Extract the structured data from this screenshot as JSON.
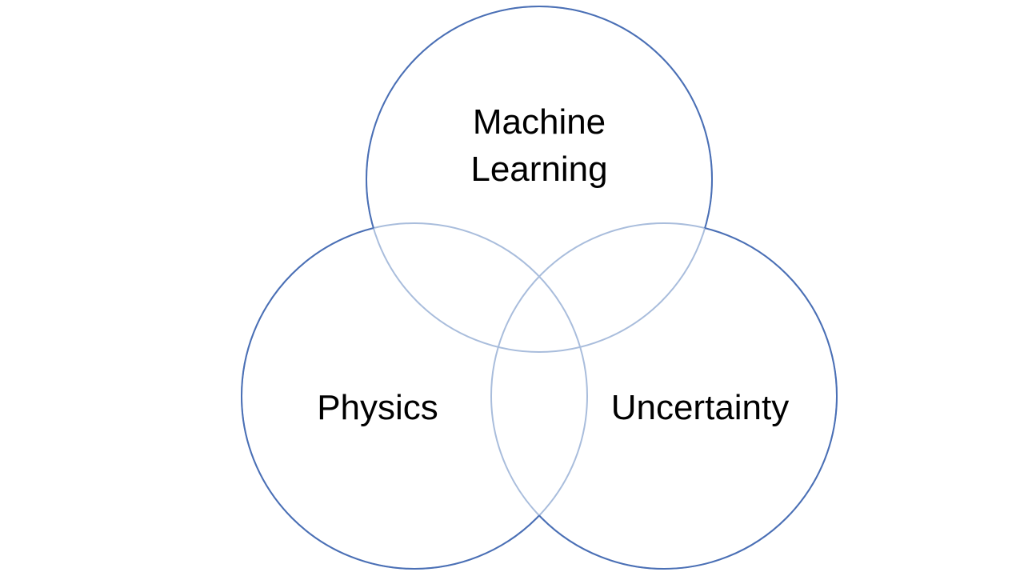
{
  "diagram": {
    "type": "venn",
    "sets": [
      {
        "id": "ml",
        "label_lines": [
          "Machine",
          "Learning"
        ]
      },
      {
        "id": "physics",
        "label_lines": [
          "Physics"
        ]
      },
      {
        "id": "uncertainty",
        "label_lines": [
          "Uncertainty"
        ]
      }
    ],
    "colors": {
      "circle_stroke": "#4a6fb5",
      "overlap_stroke": "#a9bddc",
      "label_text": "#000000",
      "background": "#ffffff"
    }
  }
}
